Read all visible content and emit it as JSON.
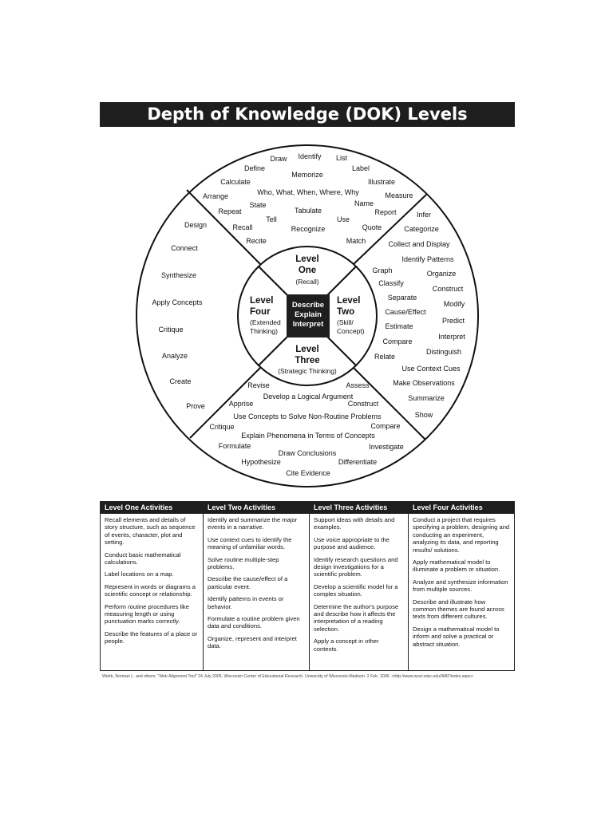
{
  "title": "Depth of Knowledge (DOK) Levels",
  "wheel": {
    "center": [
      "Describe",
      "Explain",
      "Interpret"
    ],
    "levels": {
      "one": {
        "l1": "Level",
        "l2": "One",
        "sub": [
          "(Recall)"
        ]
      },
      "two": {
        "l1": "Level",
        "l2": "Two",
        "sub": [
          "(Skill/",
          "Concept)"
        ]
      },
      "three": {
        "l1": "Level",
        "l2": "Three",
        "sub": [
          "(Strategic Thinking)"
        ]
      },
      "four": {
        "l1": "Level",
        "l2": "Four",
        "sub": [
          "(Extended",
          "Thinking)"
        ]
      }
    },
    "words_level_one": [
      "Draw",
      "Identify",
      "List",
      "Define",
      "Memorize",
      "Label",
      "Calculate",
      "Illustrate",
      "Who, What, When, Where, Why",
      "Arrange",
      "Measure",
      "Name",
      "State",
      "Repeat",
      "Tabulate",
      "Report",
      "Tell",
      "Use",
      "Recall",
      "Recognize",
      "Quote",
      "Recite",
      "Match"
    ],
    "words_level_two": [
      "Infer",
      "Categorize",
      "Collect and Display",
      "Identify Patterns",
      "Graph",
      "Organize",
      "Classify",
      "Construct",
      "Separate",
      "Modify",
      "Cause/Effect",
      "Predict",
      "Estimate",
      "Interpret",
      "Compare",
      "Distinguish",
      "Relate",
      "Use Context Cues",
      "Make Observations",
      "Summarize",
      "Show"
    ],
    "words_level_three": [
      "Revise",
      "Assess",
      "Develop a Logical Argument",
      "Apprise",
      "Construct",
      "Use Concepts to Solve Non-Routine Problems",
      "Critique",
      "Compare",
      "Explain Phenomena in Terms of Concepts",
      "Formulate",
      "Investigate",
      "Draw Conclusions",
      "Hypothesize",
      "Differentiate",
      "Cite Evidence"
    ],
    "words_level_four": [
      "Design",
      "Connect",
      "Synthesize",
      "Apply Concepts",
      "Critique",
      "Analyze",
      "Create",
      "Prove"
    ]
  },
  "activities": [
    {
      "heading": "Level One Activities",
      "items": [
        "Recall elements and details of story structure, such as sequence of events, character, plot and setting.",
        "Conduct basic mathematical calculations.",
        "Label locations on a map.",
        "Represent in words or diagrams a scientific concept or relationship.",
        "Perform routine procedures like measuring length or using punctuation marks correctly.",
        "Describe the features of a place or people."
      ]
    },
    {
      "heading": "Level Two Activities",
      "items": [
        "Identify and summarize the major events in a narrative.",
        "Use context cues to identify the meaning of unfamiliar words.",
        "Solve routine multiple-step problems.",
        "Describe the cause/effect of a particular event.",
        "Identify patterns in events or behavior.",
        "Formulate a routine problem given data and conditions.",
        "Organize, represent and interpret data."
      ]
    },
    {
      "heading": "Level Three Activities",
      "items": [
        "Support ideas with details and examples.",
        "Use voice appropriate to the purpose and audience.",
        "Identify research questions and design investigations for a scientific problem.",
        "Develop a scientific model for a complex situation.",
        "Determine the author's purpose and describe how it affects the interpretation of a reading selection.",
        "Apply a concept in other contexts."
      ]
    },
    {
      "heading": "Level Four Activities",
      "items": [
        "Conduct a project that requires specifying a problem, designing and conducting an experiment, analyzing its data, and reporting results/ solutions.",
        "Apply mathematical model to illuminate a problem or situation.",
        "Analyze and synthesize information from multiple sources.",
        "Describe and illustrate how common themes are found across texts from different cultures.",
        "Design a mathematical model to inform and solve a practical or abstract situation."
      ]
    }
  ],
  "citation": "Webb, Norman L. and others. \"Web Alignment Tool\" 24 July 2005. Wisconsin Center of Educational Research. University of Wisconsin-Madison. 2 Feb. 2006. <http://www.wcer.wisc.edu/WAT/index.aspx>"
}
